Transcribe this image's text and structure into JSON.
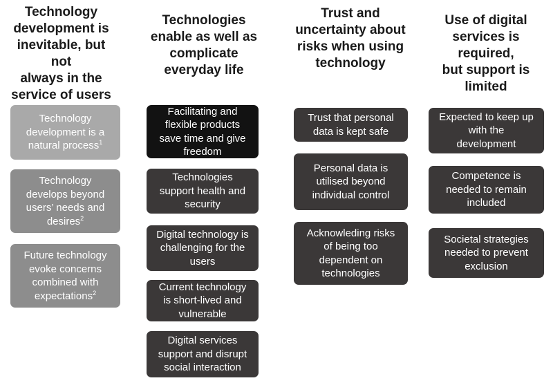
{
  "columns": [
    {
      "heading": [
        "Technology",
        "development is",
        "inevitable, but not",
        "always in the",
        "service of users"
      ],
      "boxes": [
        {
          "lines": [
            "Technology",
            "development is a",
            "natural process"
          ],
          "sup": "1",
          "color": "#a9a9a9"
        },
        {
          "lines": [
            "Technology",
            "develops beyond",
            "users’ needs and",
            "desires"
          ],
          "sup": "2",
          "color": "#8d8d8d"
        },
        {
          "lines": [
            "Future technology",
            "evoke concerns",
            "combined with",
            "expectations"
          ],
          "sup": "2",
          "color": "#8d8d8d"
        }
      ]
    },
    {
      "heading": [
        "Technologies",
        "enable as well as",
        "complicate",
        "everyday life"
      ],
      "boxes": [
        {
          "lines": [
            "Facilitating and",
            "flexible products",
            "save time and give",
            "freedom"
          ],
          "color": "#121212"
        },
        {
          "lines": [
            "Technologies",
            "support health and",
            "security"
          ],
          "color": "#3b3838"
        },
        {
          "lines": [
            "Digital technology is",
            "challenging for the",
            "users"
          ],
          "color": "#3b3838"
        },
        {
          "lines": [
            "Current technology",
            "is  short-lived and",
            "vulnerable"
          ],
          "color": "#3b3838"
        },
        {
          "lines": [
            "Digital services",
            "support and disrupt",
            "social interaction"
          ],
          "color": "#3b3838"
        }
      ]
    },
    {
      "heading": [
        "Trust and",
        "uncertainty about",
        "risks when using",
        "technology"
      ],
      "boxes": [
        {
          "lines": [
            "Trust that personal",
            "data is kept safe"
          ],
          "color": "#3b3838"
        },
        {
          "lines": [
            "Personal data is",
            "utilised beyond",
            "individual control"
          ],
          "color": "#3b3838"
        },
        {
          "lines": [
            "Acknowleding risks",
            "of being too",
            "dependent on",
            "technologies"
          ],
          "color": "#3b3838"
        }
      ]
    },
    {
      "heading": [
        "Use of digital",
        "services is required,",
        "but support is",
        "limited"
      ],
      "boxes": [
        {
          "lines": [
            "Expected to keep up",
            "with the",
            "development"
          ],
          "color": "#3b3838"
        },
        {
          "lines": [
            "Competence is",
            "needed to remain",
            "included"
          ],
          "color": "#3b3838"
        },
        {
          "lines": [
            "Societal strategies",
            "needed to prevent",
            "exclusion"
          ],
          "color": "#3b3838"
        }
      ]
    }
  ]
}
